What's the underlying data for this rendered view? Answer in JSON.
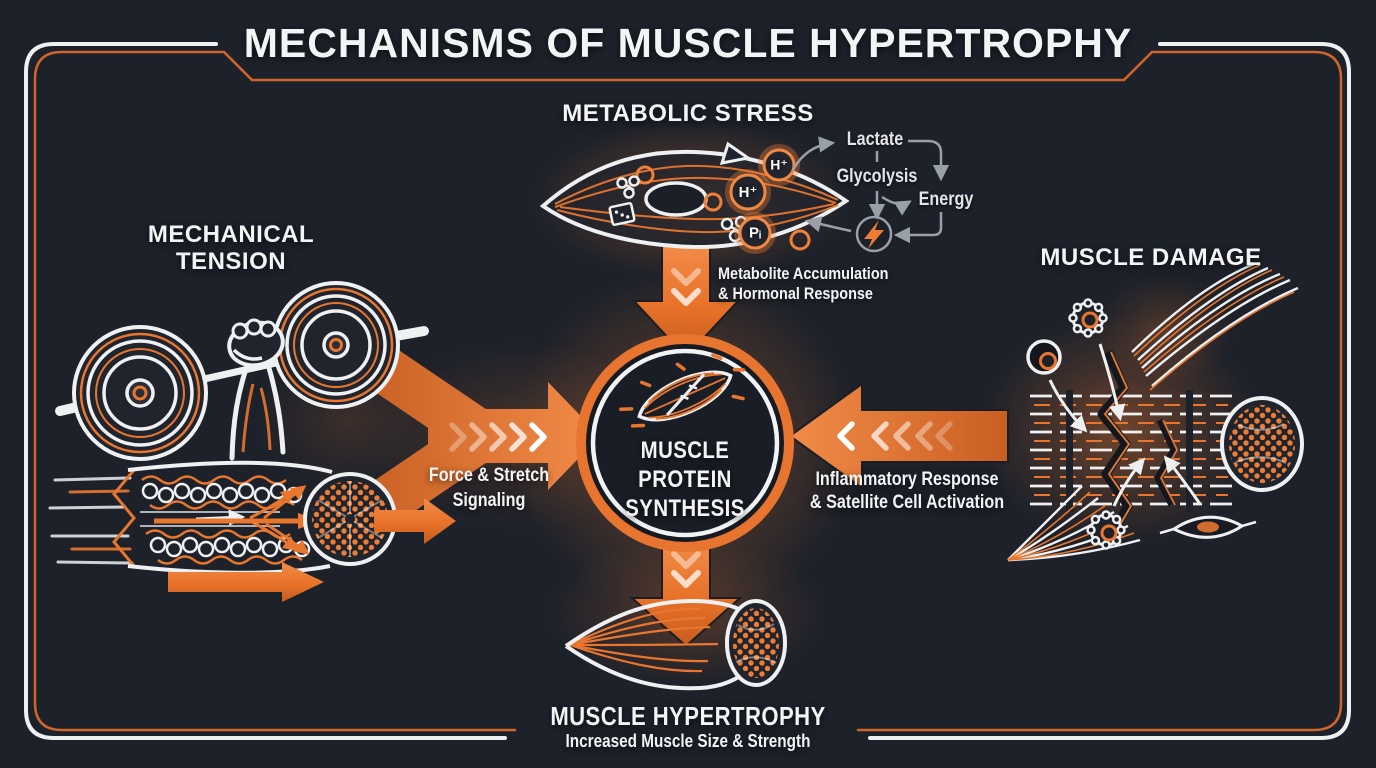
{
  "title": "MECHANISMS OF MUSCLE HYPERTROPHY",
  "colors": {
    "background": "#1d212a",
    "accent_orange": "#e8752f",
    "frame_white": "#eef0f2",
    "frame_orange": "#d4652a",
    "flow_gray": "#9aa0a8",
    "text_light": "#f3f4f6"
  },
  "metabolic_stress": {
    "heading": "METABOLIC STRESS",
    "arrow_label": "Metabolite Accumulation\n& Hormonal Response",
    "molecules": {
      "h1": "H⁺",
      "h2": "H⁺",
      "pi": "Pᵢ"
    },
    "flow": {
      "lactate": "Lactate",
      "glycolysis": "Glycolysis",
      "energy": "Energy",
      "energy_icon": "lightning-bolt-icon"
    }
  },
  "mechanical_tension": {
    "heading": "MECHANICAL\nTENSION",
    "arrow_label": "Force & Stretch\nSignaling"
  },
  "muscle_damage": {
    "heading": "MUSCLE DAMAGE",
    "arrow_label": "Inflammatory Response\n& Satellite Cell Activation"
  },
  "center": {
    "label": "MUSCLE\nPROTEIN\nSYNTHESIS"
  },
  "outcome": {
    "heading": "MUSCLE HYPERTROPHY",
    "subheading": "Increased Muscle Size & Strength"
  }
}
